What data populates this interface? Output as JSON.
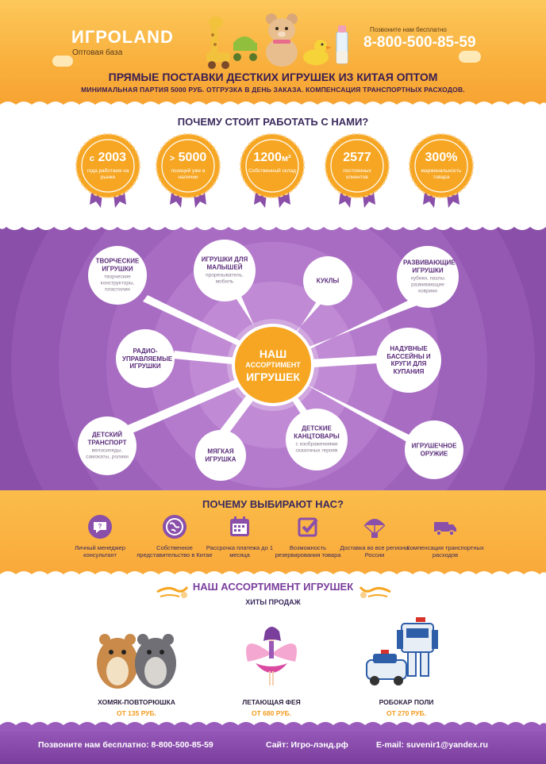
{
  "header": {
    "logo": "ИГРОLAND",
    "logo_sub": "Оптовая база",
    "phone_caption": "Позвоните нам бесплатно",
    "phone": "8-800-500-85-59",
    "title": "ПРЯМЫЕ ПОСТАВКИ ДЕСТКИХ ИГРУШЕК ИЗ КИТАЯ ОПТОМ",
    "subtitle": "МИНИМАЛЬНАЯ ПАРТИЯ 5000 РУБ. ОТГРУЗКА В ДЕНЬ ЗАКАЗА. КОМПЕНСАЦИЯ ТРАНСПОРТНЫХ РАСХОДОВ."
  },
  "why_work": {
    "title": "ПОЧЕМУ СТОИТ РАБОТАТЬ С НАМИ?",
    "badges": [
      {
        "prefix": "с",
        "value": "2003",
        "suffix": "",
        "caption": "года работаем на рынке"
      },
      {
        "prefix": ">",
        "value": "5000",
        "suffix": "",
        "caption": "позиций уже в наличии"
      },
      {
        "prefix": "",
        "value": "1200",
        "suffix": "м²",
        "caption": "Собственный склад"
      },
      {
        "prefix": "",
        "value": "2577",
        "suffix": "",
        "caption": "постоянных клиентов"
      },
      {
        "prefix": "",
        "value": "300%",
        "suffix": "",
        "caption": "маржинальность товара"
      }
    ],
    "colors": {
      "badge": "#f6a623",
      "ribbon": "#8a4fa9"
    }
  },
  "assortment": {
    "center": {
      "line1": "НАШ",
      "line2": "АССОРТИМЕНТ",
      "line3": "ИГРУШЕК"
    },
    "bubbles": [
      {
        "title": "ТВОРЧЕСКИЕ ИГРУШКИ",
        "desc": "творческие конструкторы, пластилин"
      },
      {
        "title": "ИГРУШКИ ДЛЯ МАЛЫШЕЙ",
        "desc": "прорезыватель, мобиль"
      },
      {
        "title": "КУКЛЫ",
        "desc": ""
      },
      {
        "title": "РАЗВИВАЮЩИЕ ИГРУШКИ",
        "desc": "кубики, пазлы развивающие коврики"
      },
      {
        "title": "РАДИО-УПРАВЛЯЕМЫЕ ИГРУШКИ",
        "desc": ""
      },
      {
        "title": "НАДУВНЫЕ БАССЕЙНЫ И КРУГИ ДЛЯ КУПАНИЯ",
        "desc": ""
      },
      {
        "title": "ДЕТСКИЙ ТРАНСПОРТ",
        "desc": "велосипеды, самокаты, ролики"
      },
      {
        "title": "МЯГКАЯ ИГРУШКА",
        "desc": ""
      },
      {
        "title": "ДЕТСКИЕ КАНЦТОВАРЫ",
        "desc": "с изображениями сказочных героев"
      },
      {
        "title": "ИГРУШЕЧНОЕ ОРУЖИЕ",
        "desc": ""
      }
    ],
    "colors": {
      "bg": "#8a4fa9",
      "center": "#f6a623"
    }
  },
  "why_choose": {
    "title": "ПОЧЕМУ ВЫБИРАЮТ НАС?",
    "features": [
      {
        "icon": "consultant-chat-icon",
        "text": "Личный менеджер консультант"
      },
      {
        "icon": "globe-icon",
        "text": "Собственное представительство в Китае"
      },
      {
        "icon": "calendar-icon",
        "text": "Рассрочка платежа до 1 месяца"
      },
      {
        "icon": "checkbox-icon",
        "text": "Возможность резервирования товара"
      },
      {
        "icon": "parachute-icon",
        "text": "Доставка во все регионы России"
      },
      {
        "icon": "truck-icon",
        "text": "Компенсация транспортных расходов"
      }
    ]
  },
  "bestsellers": {
    "title": "НАШ АССОРТИМЕНТ ИГРУШЕК",
    "subtitle": "ХИТЫ ПРОДАЖ",
    "products": [
      {
        "name": "ХОМЯК-ПОВТОРЮШКА",
        "price": "ОТ 135 РУБ.",
        "icon": "hamster-toy-icon"
      },
      {
        "name": "ЛЕТАЮЩАЯ ФЕЯ",
        "price": "ОТ 680 РУБ.",
        "icon": "flying-fairy-icon"
      },
      {
        "name": "РОБОКАР ПОЛИ",
        "price": "ОТ 270 РУБ.",
        "icon": "robocar-icon"
      }
    ]
  },
  "footer": {
    "phone": "Позвоните нам бесплатно: 8-800-500-85-59",
    "site": "Сайт: Игро-лэнд.рф",
    "email": "E-mail: suvenir1@yandex.ru"
  }
}
